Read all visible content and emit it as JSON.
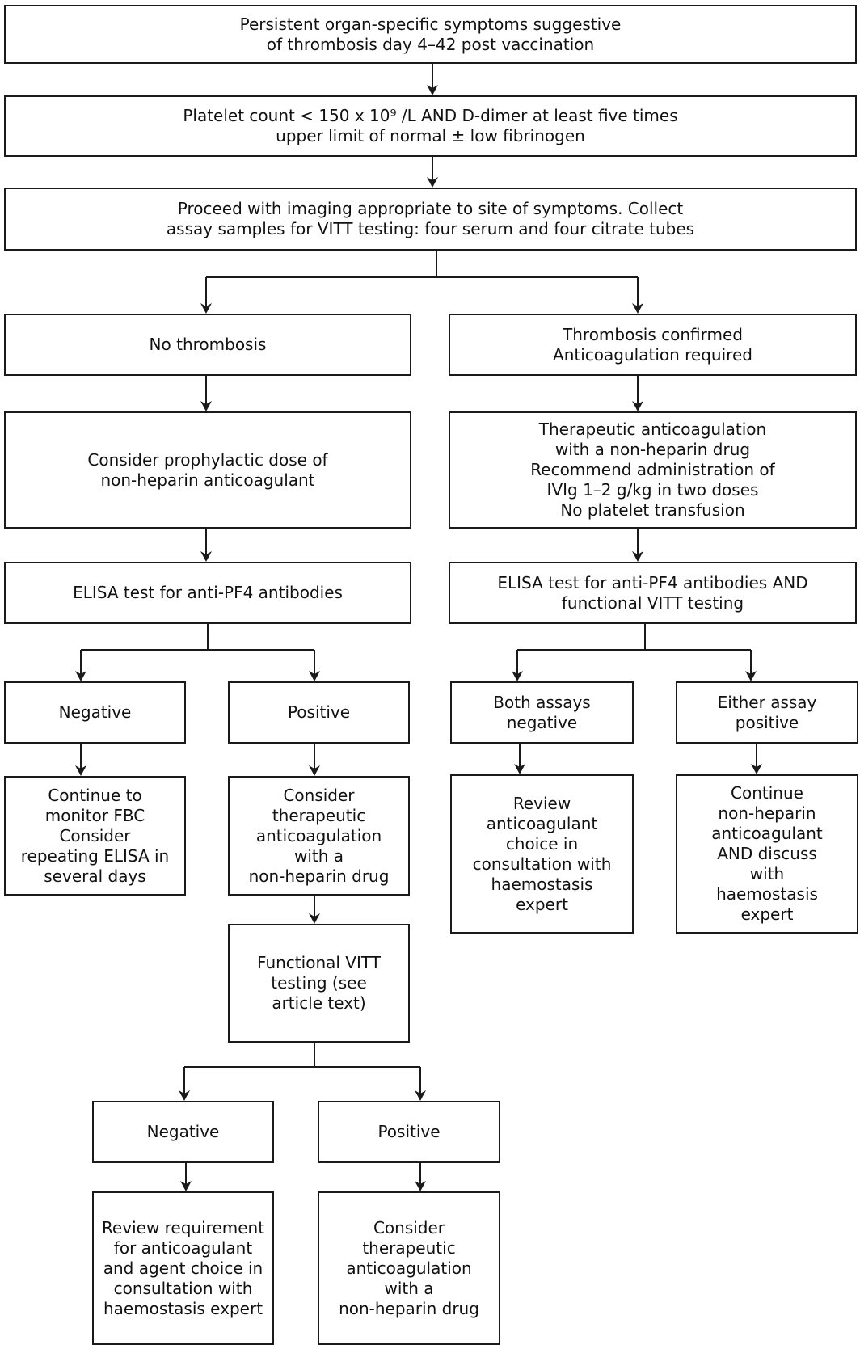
{
  "nodes": {
    "symptoms": [
      "Persistent organ-specific symptoms suggestive",
      "of thrombosis day 4–42 post vaccination"
    ],
    "platelets": [
      "Platelet count < 150 x 10⁹ /L AND D-dimer at least five times",
      "upper limit of normal ± low fibrinogen"
    ],
    "imaging": [
      "Proceed with imaging appropriate to site of symptoms. Collect",
      "assay samples for VITT testing: four serum and four citrate tubes"
    ],
    "no_thrombosis": [
      "No thrombosis"
    ],
    "thrombosis_confirmed": [
      "Thrombosis confirmed",
      "Anticoagulation required"
    ],
    "prophylactic": [
      "Consider prophylactic dose of",
      "non-heparin anticoagulant"
    ],
    "therapeutic": [
      "Therapeutic anticoagulation",
      "with a non-heparin drug",
      "Recommend administration of",
      "IVIg 1–2 g/kg in two doses",
      "No platelet transfusion"
    ],
    "elisa_left": [
      "ELISA test for anti-PF4 antibodies"
    ],
    "elisa_right": [
      "ELISA test for anti-PF4 antibodies AND",
      "functional VITT testing"
    ],
    "negative_1": [
      "Negative"
    ],
    "positive_1": [
      "Positive"
    ],
    "both_negative": [
      "Both assays",
      "negative"
    ],
    "either_positive": [
      "Either assay",
      "positive"
    ],
    "monitor": [
      "Continue to",
      "monitor FBC",
      "Consider",
      "repeating ELISA in",
      "several days"
    ],
    "consider_therapeutic_1": [
      "Consider",
      "therapeutic",
      "anticoagulation",
      "with a",
      "non-heparin drug"
    ],
    "review_choice": [
      "Review",
      "anticoagulant",
      "choice in",
      "consultation with",
      "haemostasis",
      "expert"
    ],
    "continue_nonheparin": [
      "Continue",
      "non-heparin",
      "anticoagulant",
      "AND discuss",
      "with",
      "haemostasis",
      "expert"
    ],
    "functional_vitt": [
      "Functional VITT",
      "testing (see",
      "article text)"
    ],
    "negative_2": [
      "Negative"
    ],
    "positive_2": [
      "Positive"
    ],
    "review_requirement": [
      "Review requirement",
      "for anticoagulant",
      "and agent choice in",
      "consultation with",
      "haemostasis expert"
    ],
    "consider_therapeutic_2": [
      "Consider",
      "therapeutic",
      "anticoagulation",
      "with a",
      "non-heparin drug"
    ]
  }
}
